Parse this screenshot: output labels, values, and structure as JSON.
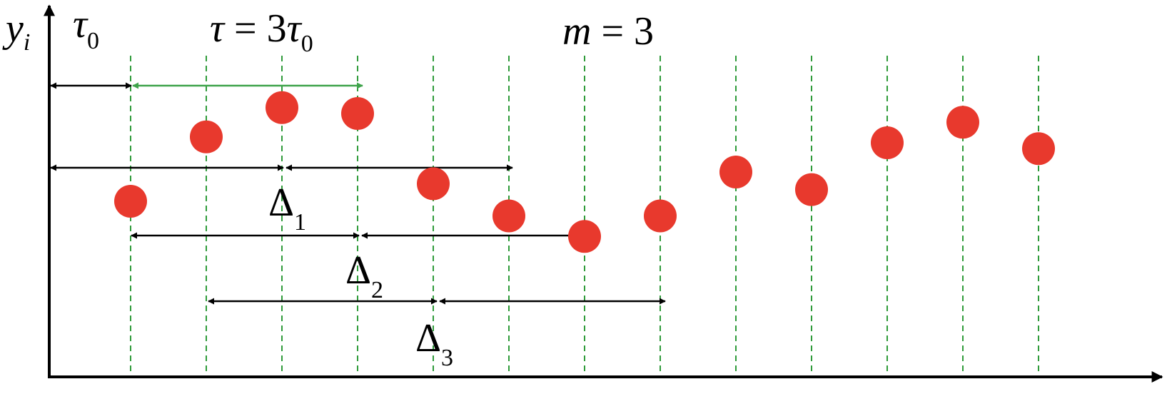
{
  "labels": {
    "y_axis": {
      "base": "y",
      "sub": "i"
    },
    "tau0": {
      "base": "τ",
      "sub": "0"
    },
    "tau_eq": {
      "lhs": "τ",
      "eq": " = 3",
      "rhs": "τ",
      "sub": "0"
    },
    "m_eq": {
      "lhs": "m",
      "eq": " = 3"
    },
    "delta1": {
      "base": "Δ",
      "sub": "1"
    },
    "delta2": {
      "base": "Δ",
      "sub": "2"
    },
    "delta3": {
      "base": "Δ",
      "sub": "3"
    }
  },
  "points": [
    {
      "index": 1,
      "level": 0.6
    },
    {
      "index": 2,
      "level": 0.82
    },
    {
      "index": 3,
      "level": 0.92
    },
    {
      "index": 4,
      "level": 0.9
    },
    {
      "index": 5,
      "level": 0.66
    },
    {
      "index": 6,
      "level": 0.55
    },
    {
      "index": 7,
      "level": 0.48
    },
    {
      "index": 8,
      "level": 0.55
    },
    {
      "index": 9,
      "level": 0.7
    },
    {
      "index": 10,
      "level": 0.64
    },
    {
      "index": 11,
      "level": 0.8
    },
    {
      "index": 12,
      "level": 0.87
    },
    {
      "index": 13,
      "level": 0.78
    }
  ],
  "colors": {
    "point": "#e8392d",
    "gridline": "#2f9b3a",
    "green_arrow": "#3ea34a",
    "axis": "#000000",
    "arrow": "#000000"
  }
}
